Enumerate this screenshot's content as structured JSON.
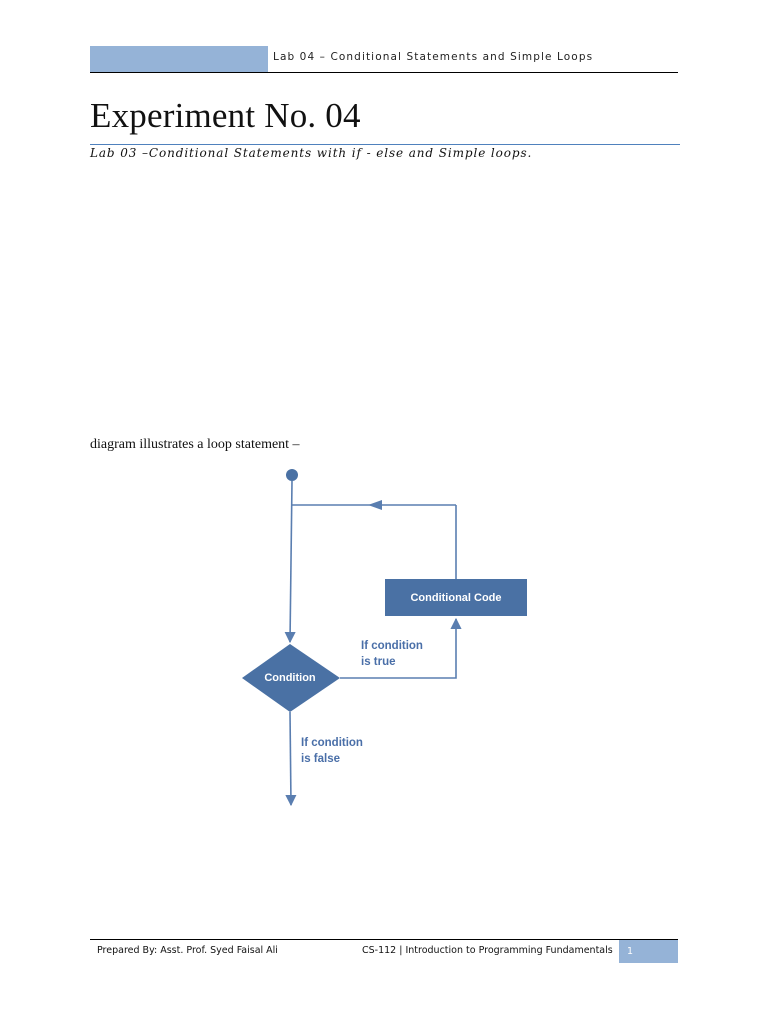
{
  "header": {
    "running_title": "Lab 04 – Conditional Statements and Simple Loops"
  },
  "title": {
    "main": "Experiment No. 04",
    "subtitle": "Lab 03 –Conditional Statements with if - else and Simple loops."
  },
  "body": {
    "intro": "diagram illustrates a loop statement –"
  },
  "diagram": {
    "condition_label": "Condition",
    "code_label": "Conditional Code",
    "true_label_line1": "If condition",
    "true_label_line2": "is true",
    "false_label_line1": "If condition",
    "false_label_line2": "is false",
    "colors": {
      "shape_fill": "#4a71a4",
      "line": "#5a7eb0",
      "label_text": "#4a6fa8"
    }
  },
  "footer": {
    "prepared_by": "Prepared By: Asst. Prof. Syed Faisal Ali",
    "course": "CS-112 | Introduction to Programming Fundamentals",
    "page_number": "1"
  },
  "colors": {
    "accent_block": "#95b3d7",
    "title_rule": "#4f81bd"
  }
}
